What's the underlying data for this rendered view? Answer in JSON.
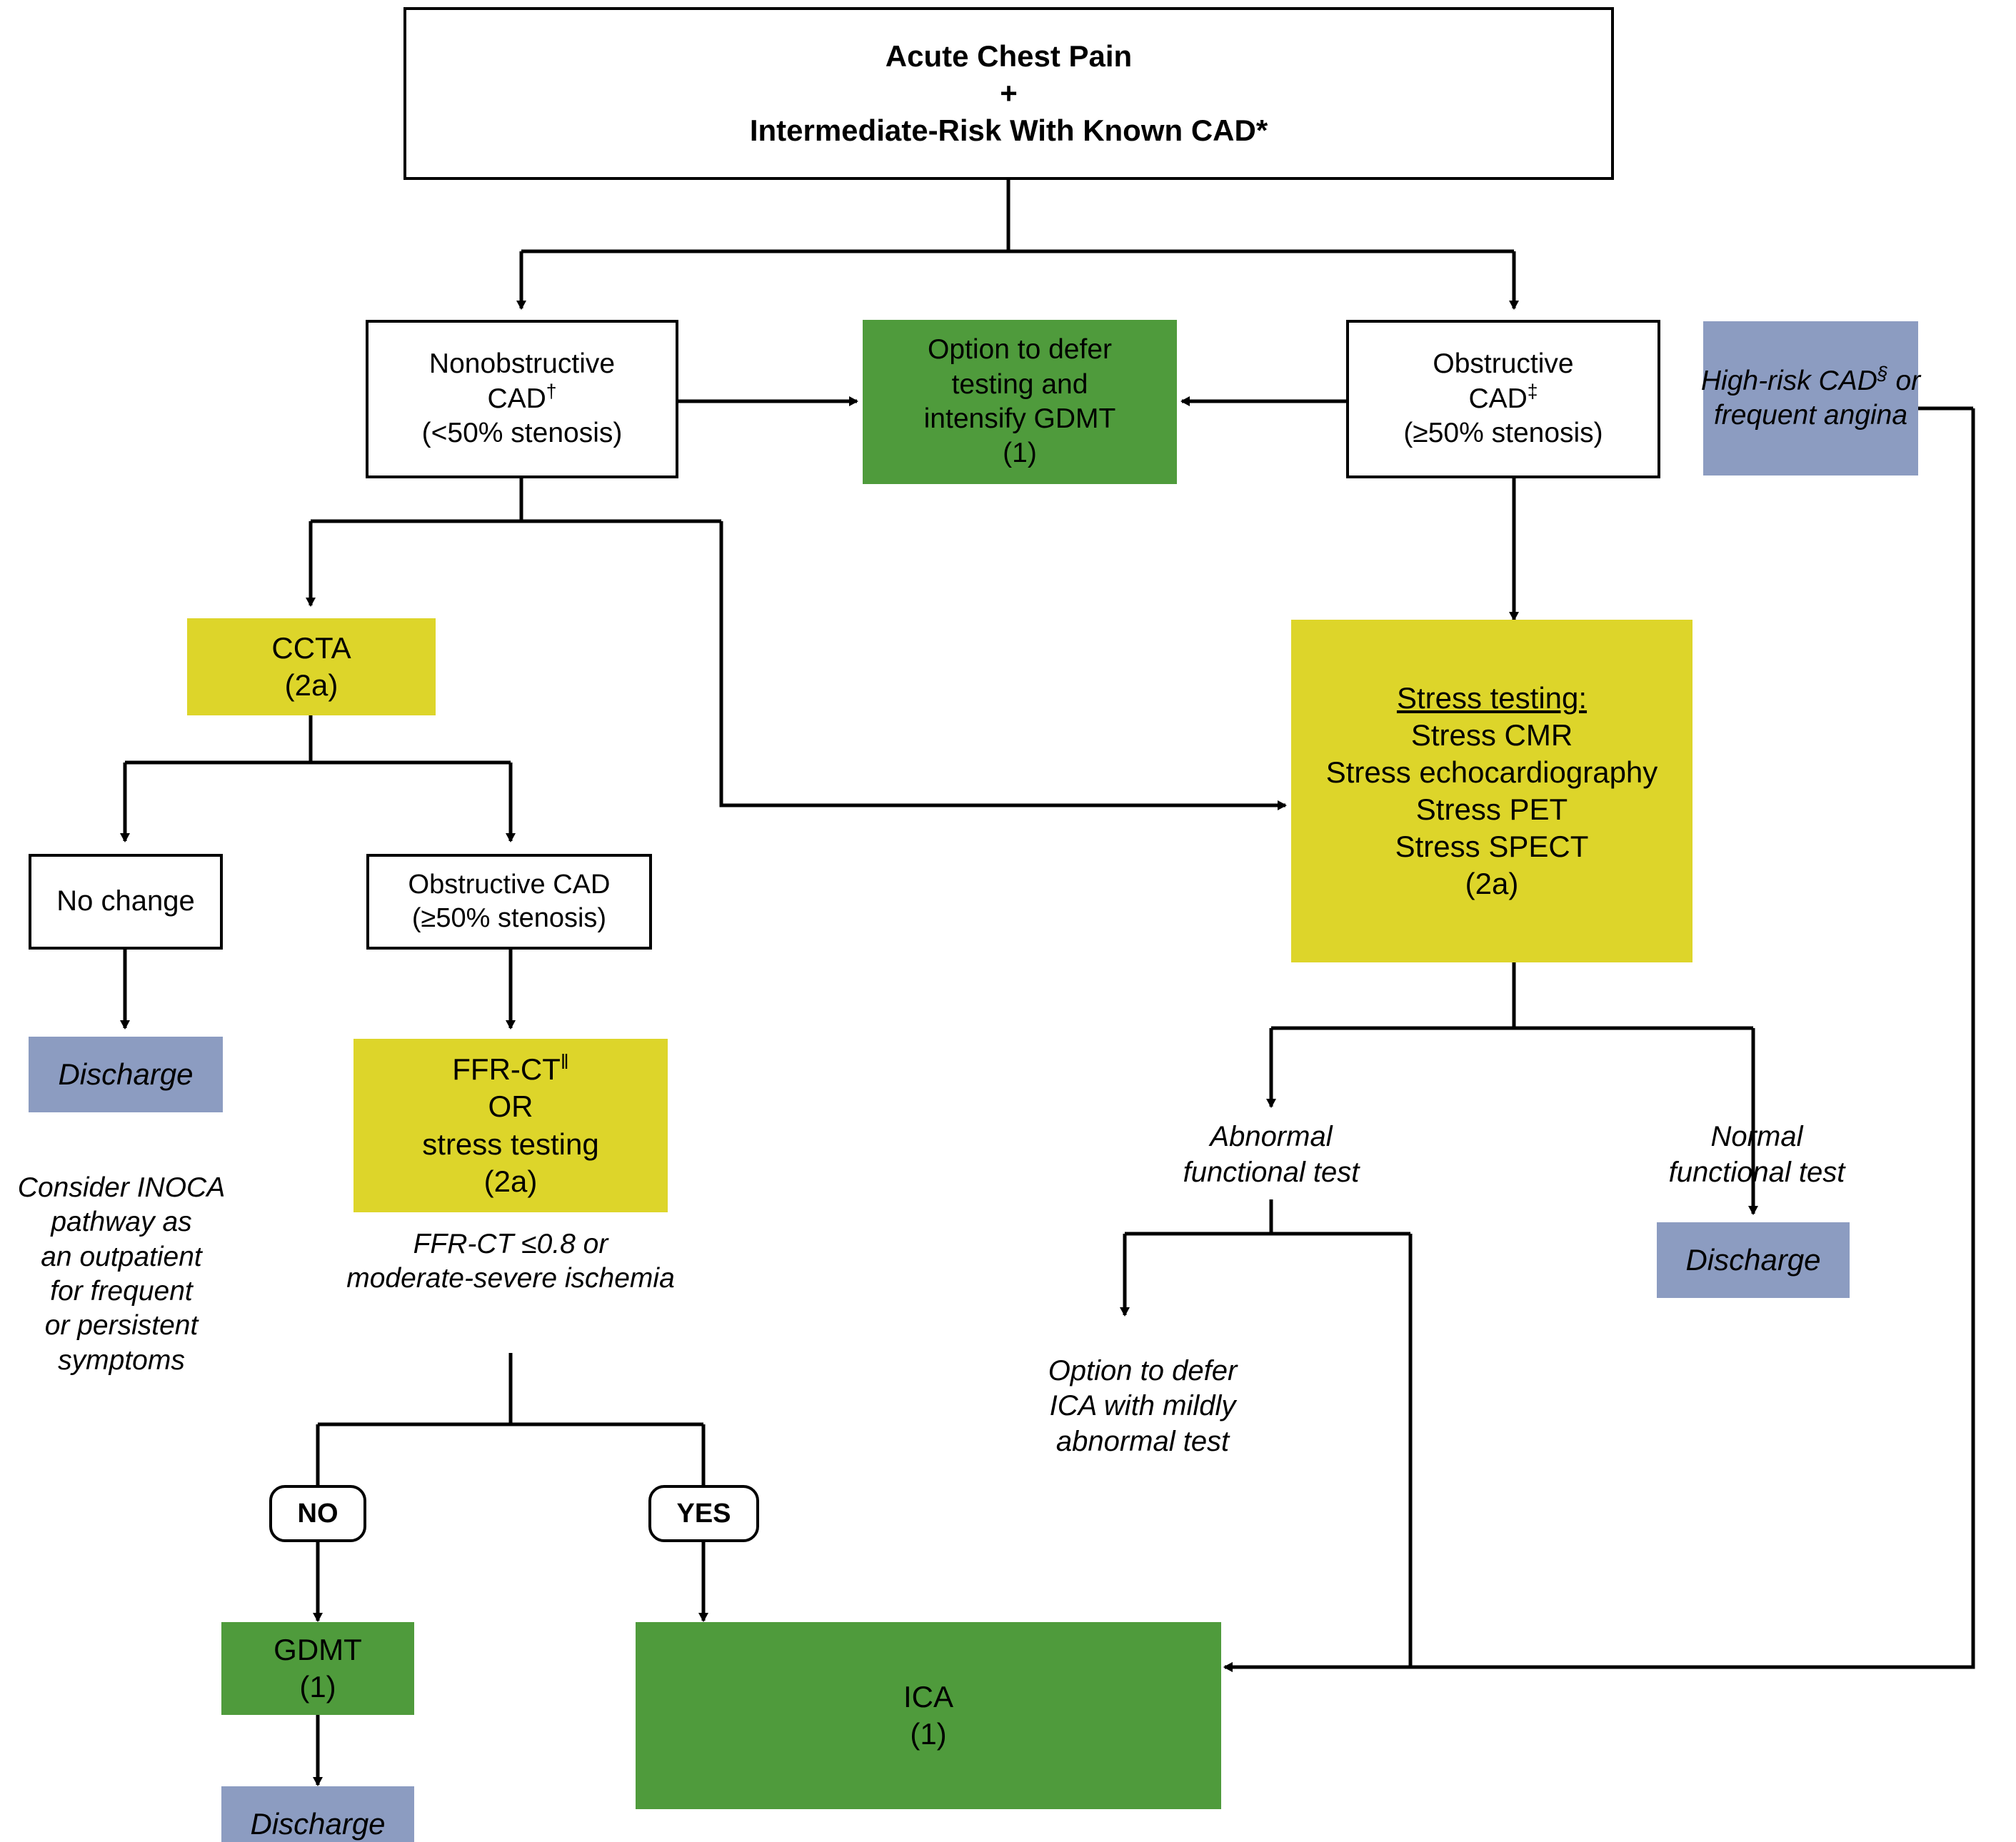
{
  "diagram": {
    "title": "Acute Chest Pain + Intermediate-Risk With Known CAD",
    "colors": {
      "green": "#4f9b3c",
      "yellow": "#ddd52a",
      "blue_gray": "#8c9cc1",
      "white": "#ffffff",
      "line": "#000000"
    },
    "labels": {
      "yes": "YES",
      "no": "NO"
    }
  },
  "nodes": {
    "root": {
      "line1": "Acute Chest Pain",
      "line2": "+",
      "line3": "Intermediate-Risk With Known CAD*"
    },
    "nonobstructive": {
      "line1": "Nonobstructive",
      "line2": "CAD",
      "sup2": "†",
      "line3": "(<50% stenosis)"
    },
    "defer_gdmt": {
      "line1": "Option to defer",
      "line2": "testing and",
      "line3": "intensify GDMT",
      "line4": "(1)"
    },
    "obstructive": {
      "line1": "Obstructive",
      "line2": "CAD",
      "sup2": "‡",
      "line3": "(≥50% stenosis)"
    },
    "high_risk": {
      "line1": "High-risk CAD",
      "sup1": "§",
      "line1_tail": " or",
      "line2": "frequent angina"
    },
    "ccta": {
      "line1": "CCTA",
      "line2": "(2a)"
    },
    "stress_testing": {
      "heading": "Stress testing:",
      "line1": "Stress CMR",
      "line2": "Stress echocardiography",
      "line3": "Stress PET",
      "line4": "Stress SPECT",
      "line5": "(2a)"
    },
    "no_change": {
      "line1": "No change"
    },
    "obstructive_cad2": {
      "line1": "Obstructive CAD",
      "line2": "(≥50% stenosis)"
    },
    "discharge_left": {
      "line1": "Discharge"
    },
    "inoca_note": {
      "line1": "Consider INOCA",
      "line2": "pathway as",
      "line3": "an outpatient",
      "line4": "for frequent",
      "line5": "or persistent",
      "line6": "symptoms"
    },
    "ffrct": {
      "line1": "FFR-CT",
      "sup1": "‖",
      "line2": "OR",
      "line3": "stress testing",
      "line4": "(2a)"
    },
    "ffrct_criteria": {
      "line1": "FFR-CT ≤0.8 or",
      "line2": "moderate-severe ischemia"
    },
    "abnormal_test": {
      "line1": "Abnormal",
      "line2": "functional test"
    },
    "normal_test": {
      "line1": "Normal",
      "line2": "functional test"
    },
    "defer_ica": {
      "line1": "Option to defer",
      "line2": "ICA with mildly",
      "line3": "abnormal test"
    },
    "discharge_right": {
      "line1": "Discharge"
    },
    "gdmt": {
      "line1": "GDMT",
      "line2": "(1)"
    },
    "discharge_bottom": {
      "line1": "Discharge"
    },
    "ica": {
      "line1": "ICA",
      "line2": "(1)"
    }
  }
}
